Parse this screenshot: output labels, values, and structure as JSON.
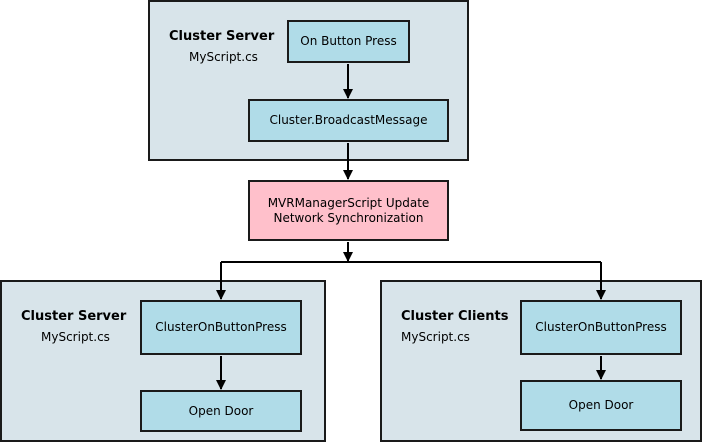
{
  "colors": {
    "group_fill": "#d8e4ea",
    "node_fill": "#b0dce8",
    "sync_fill": "#ffc0cb",
    "stroke": "#1a1a1a"
  },
  "top_group": {
    "title": "Cluster Server",
    "subtitle": "MyScript.cs",
    "nodes": {
      "on_button_press": "On Button Press",
      "broadcast": "Cluster.BroadcastMessage"
    }
  },
  "sync_node": {
    "line1": "MVRManagerScript Update",
    "line2": "Network Synchronization"
  },
  "left_group": {
    "title": "Cluster Server",
    "subtitle": "MyScript.cs",
    "nodes": {
      "handler": "ClusterOnButtonPress",
      "action": "Open Door"
    }
  },
  "right_group": {
    "title": "Cluster Clients",
    "subtitle": "MyScript.cs",
    "nodes": {
      "handler": "ClusterOnButtonPress",
      "action": "Open Door"
    }
  }
}
